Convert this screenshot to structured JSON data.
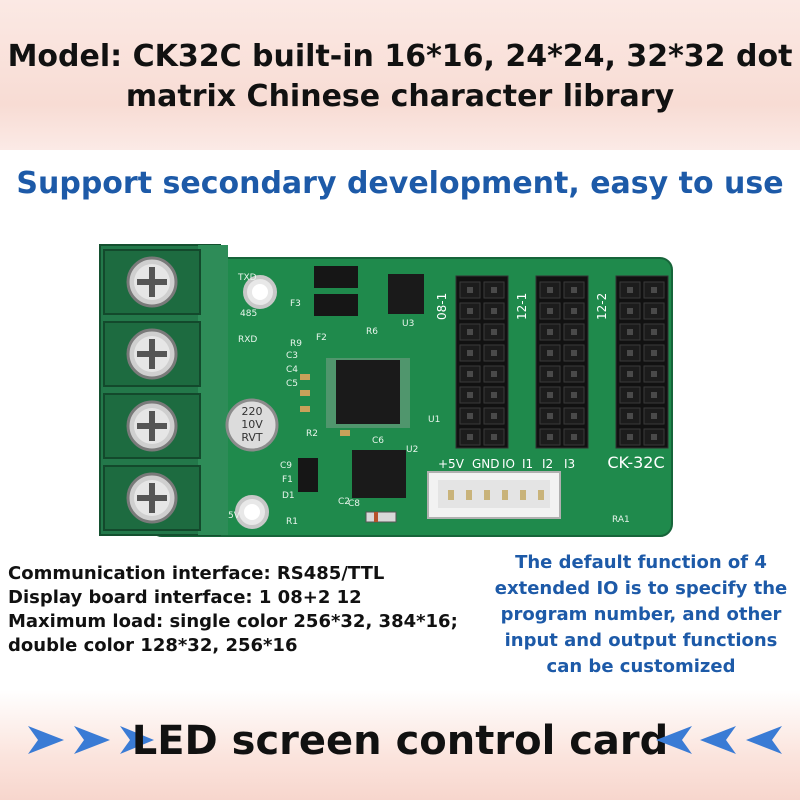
{
  "header": {
    "line1": "Model: CK32C built-in 16*16, 24*24, 32*32 dot",
    "line2": "matrix Chinese character library"
  },
  "subtitle": "Support secondary development, easy to use",
  "board": {
    "model_label": "CK-32C",
    "capacitor": [
      "220",
      "10V",
      "RVT"
    ],
    "pin_labels": [
      "+5V",
      "GND",
      "IO",
      "I1",
      "I2",
      "I3"
    ],
    "header_labels": [
      "08-1",
      "12-1",
      "12-2"
    ],
    "silkscreen": [
      "F3",
      "F2",
      "R9",
      "R6",
      "U3",
      "U1",
      "U2",
      "C3",
      "C4",
      "C5",
      "C6",
      "C8",
      "C9",
      "R2",
      "R1",
      "D1",
      "F1",
      "C2",
      "RA1",
      "485",
      "RXD",
      "TXD",
      "5V"
    ],
    "colors": {
      "pcb": "#1f8a4c",
      "terminal": "#23784a"
    }
  },
  "specs": [
    "Communication interface: RS485/TTL",
    "Display board interface: 1 08+2 12",
    "Maximum load: single color 256*32, 384*16;",
    "double color 128*32, 256*16"
  ],
  "note": "The default function of 4 extended IO is to specify the program number, and other input and output functions can be customized",
  "footer": "LED screen control card",
  "colors": {
    "accent": "#1d5aa8",
    "arrow": "#3a7bd5"
  }
}
